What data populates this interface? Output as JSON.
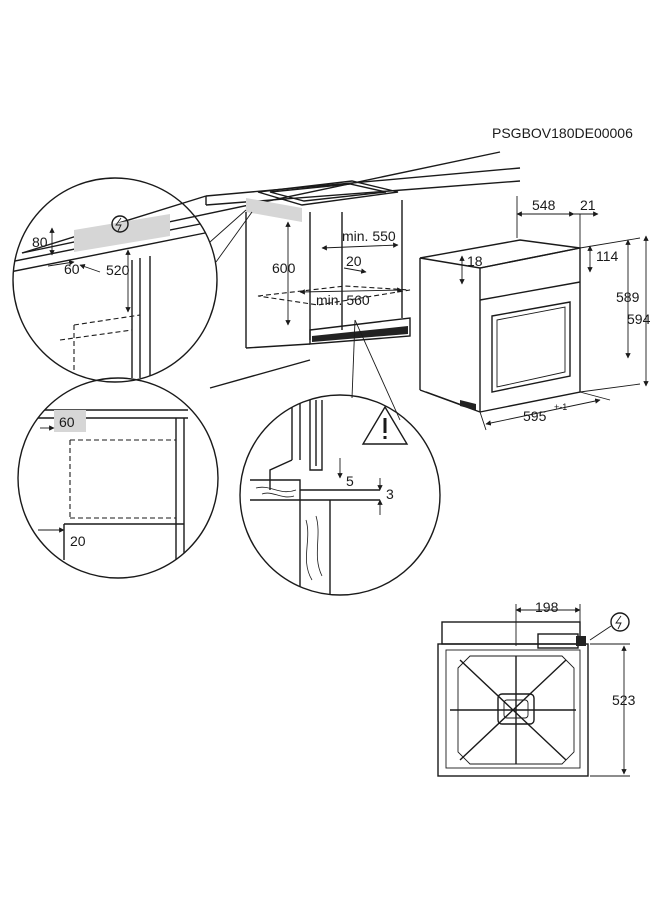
{
  "code": "PSGBOV180DE00006",
  "dimensions": {
    "cab_width_min": "min. 550",
    "cab_gap": "20",
    "cab_height": "600",
    "cab_depth_min": "min. 560",
    "oven_depth": "548",
    "oven_front": "21",
    "oven_top_offset": "18",
    "oven_panel": "114",
    "oven_height_inner": "589",
    "oven_height": "594",
    "oven_width": "595",
    "oven_width_tol": "+-1",
    "worktop_gap": "80",
    "socket_offset": "60",
    "socket_height": "520",
    "side_gap": "60",
    "bottom_gap": "20",
    "step_5": "5",
    "step_3": "3",
    "rear_socket_offset": "198",
    "rear_height": "523"
  },
  "icons": {
    "electric": "electric-hazard-icon",
    "warning": "warning-triangle-icon"
  }
}
